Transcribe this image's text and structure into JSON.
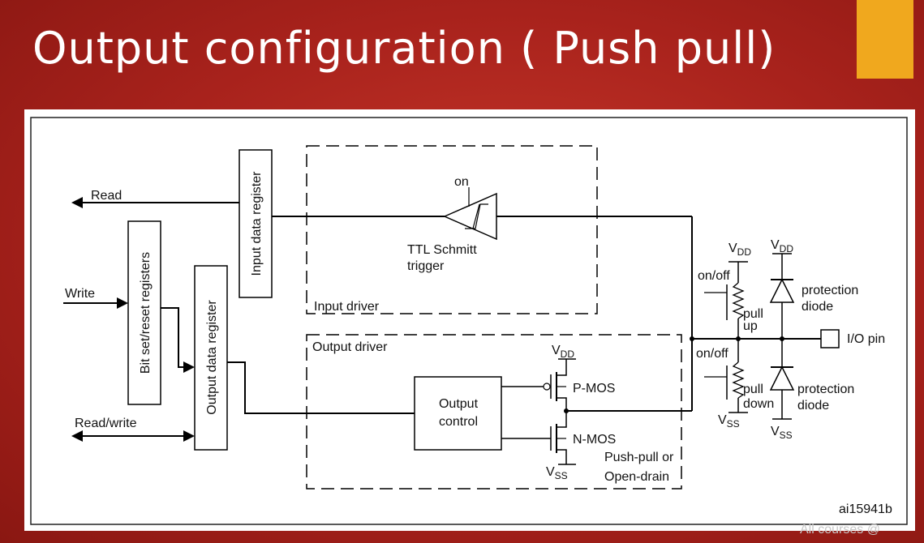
{
  "slide": {
    "title": "Output configuration ( Push pull)",
    "accent_color": "#f0a81e",
    "watermark": "All courses @"
  },
  "diagram": {
    "signals": {
      "read": "Read",
      "write": "Write",
      "read_write": "Read/write"
    },
    "blocks": {
      "input_data_register": "Input data register",
      "bit_set_reset_registers": "Bit set/reset registers",
      "output_data_register": "Output data register",
      "output_control_line1": "Output",
      "output_control_line2": "control"
    },
    "regions": {
      "input_driver": "Input driver",
      "output_driver": "Output driver"
    },
    "schmitt": {
      "on_label": "on",
      "label_line1": "TTL Schmitt",
      "label_line2": "trigger"
    },
    "transistors": {
      "vdd": "V",
      "vdd_sub": "DD",
      "vss": "V",
      "vss_sub": "SS",
      "pmos": "P-MOS",
      "nmos": "N-MOS",
      "mode_line1": "Push-pull or",
      "mode_line2": "Open-drain"
    },
    "pull": {
      "on_off_up": "on/off",
      "pull_up_line1": "pull",
      "pull_up_line2": "up",
      "on_off_down": "on/off",
      "pull_down_line1": "pull",
      "pull_down_line2": "down"
    },
    "protection": {
      "diode_top_line1": "protection",
      "diode_top_line2": "diode",
      "diode_bottom_line1": "protection",
      "diode_bottom_line2": "diode"
    },
    "io_pin": "I/O pin",
    "reference": "ai15941b"
  }
}
